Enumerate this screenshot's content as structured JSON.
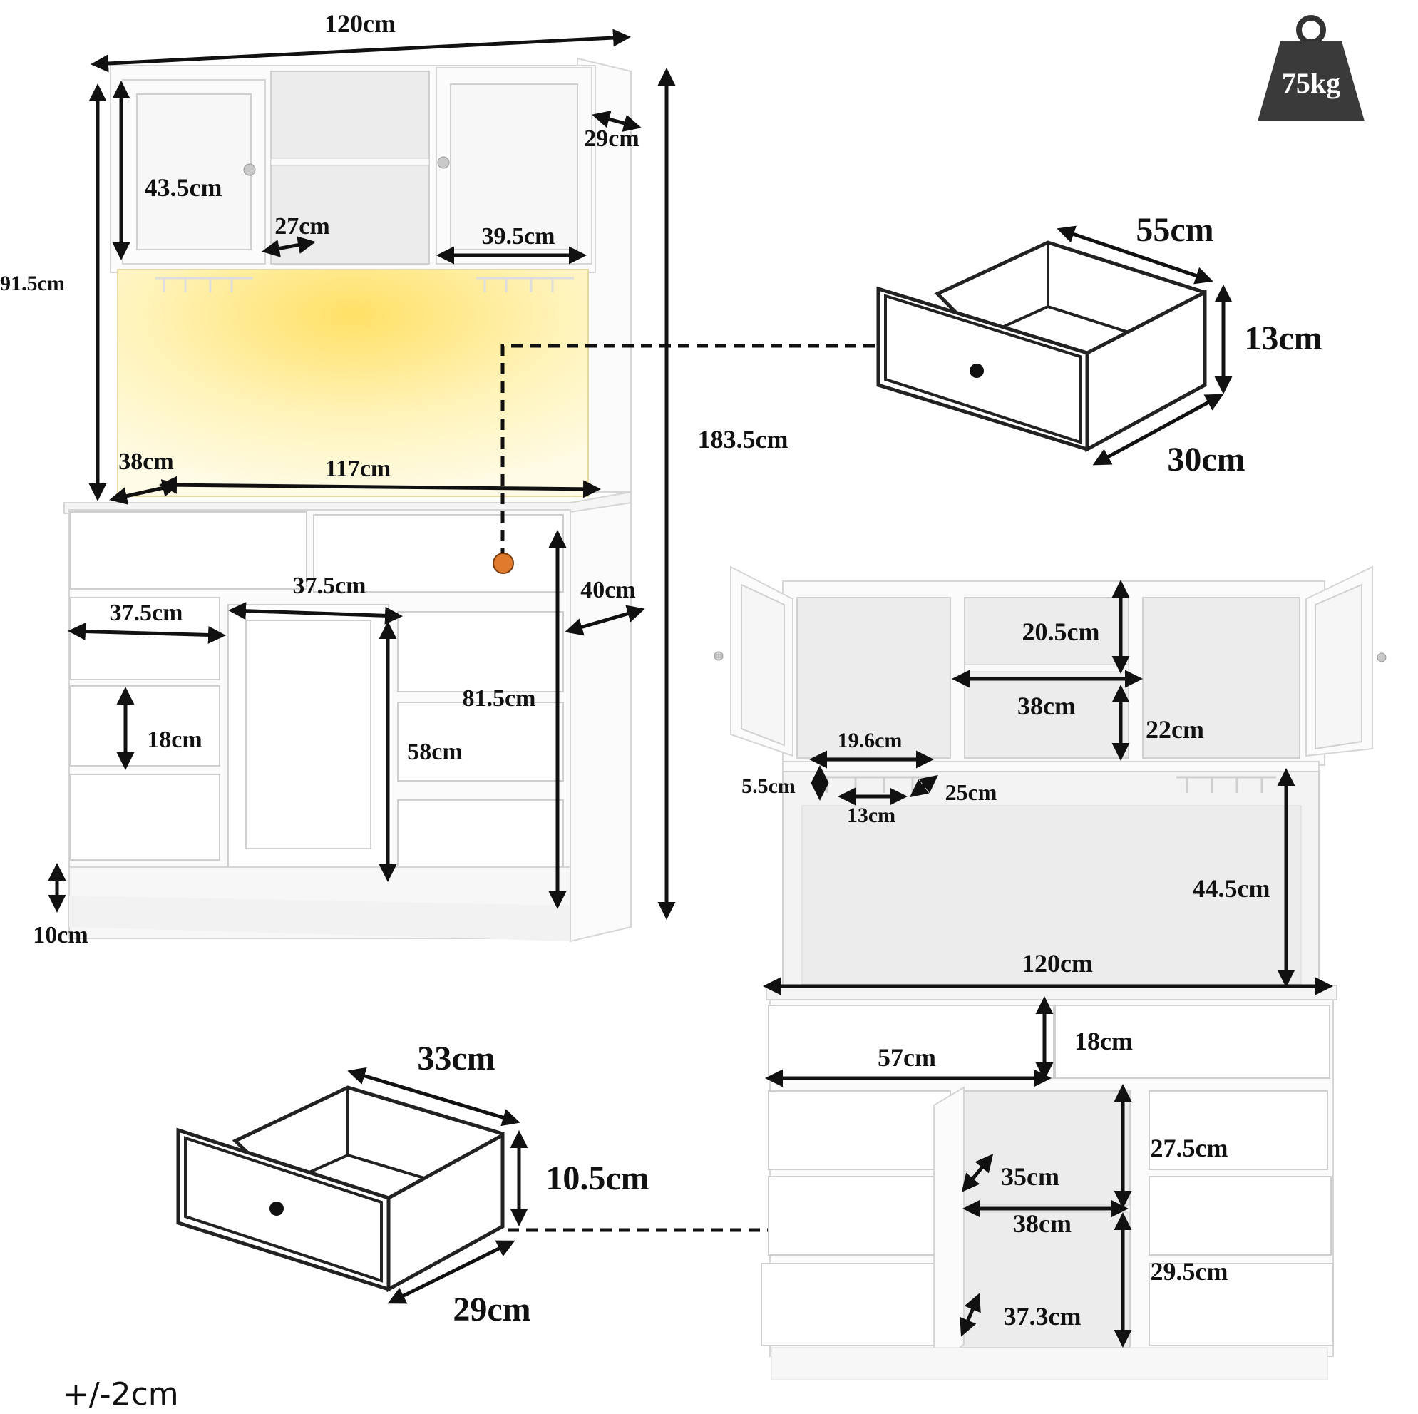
{
  "weight": "75kg",
  "tolerance": "+/-2cm",
  "front_view": {
    "total_width": "120cm",
    "hutch_height": "91.5cm",
    "total_height": "183.5cm",
    "depth_top": "29cm",
    "top_door_height": "43.5cm",
    "open_shelf_width": "27cm",
    "top_door_width": "39.5cm",
    "countertop_depth": "38cm",
    "countertop_width": "117cm",
    "cabinet_depth": "40cm",
    "center_door_width": "37.5cm",
    "left_drawer_width": "37.5cm",
    "base_height": "81.5cm",
    "drawer_height": "18cm",
    "door_height": "58cm",
    "plinth_height": "10cm"
  },
  "large_drawer": {
    "width": "55cm",
    "height": "13cm",
    "depth": "30cm"
  },
  "small_drawer": {
    "width": "33cm",
    "height": "10.5cm",
    "depth": "29cm"
  },
  "open_view": {
    "shelf_upper": "20.5cm",
    "shelf_width": "38cm",
    "shelf_lower": "22cm",
    "rack_width": "19.6cm",
    "rack_height": "5.5cm",
    "rack_depth": "25cm",
    "rack_spacing": "13cm",
    "microwave_height": "44.5cm",
    "counter_width": "120cm",
    "top_drawer_width": "57cm",
    "top_drawer_height": "18cm",
    "inner_upper": "27.5cm",
    "inner_depth": "35cm",
    "inner_width": "38cm",
    "inner_lower": "29.5cm",
    "door_inner_depth": "37.3cm"
  }
}
